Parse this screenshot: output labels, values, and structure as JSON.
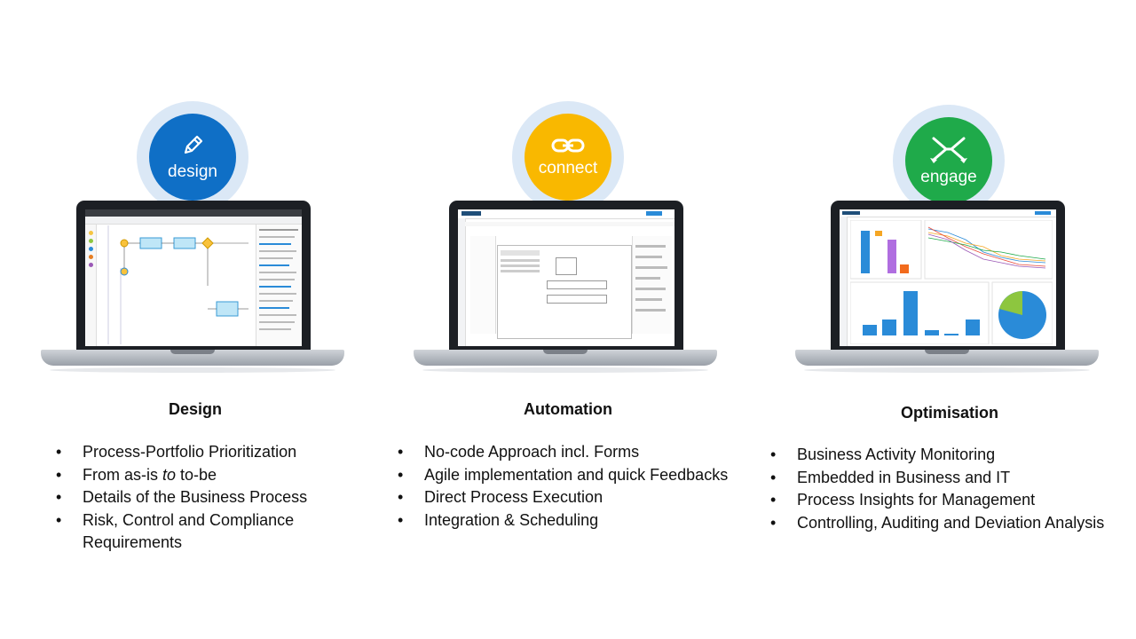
{
  "sections": [
    {
      "badge_label": "design",
      "badge_color": "#0f6fc6",
      "badge_icon": "pencil-icon",
      "heading": "Design",
      "bullets": [
        {
          "pre": "Process-Portfolio Prioritization",
          "em": "",
          "post": ""
        },
        {
          "pre": "From as-is ",
          "em": "to",
          "post": " to-be"
        },
        {
          "pre": "Details of the Business Process",
          "em": "",
          "post": ""
        },
        {
          "pre": "Risk, Control and Compliance Requirements",
          "em": "",
          "post": ""
        }
      ]
    },
    {
      "badge_label": "connect",
      "badge_color": "#f9b800",
      "badge_icon": "chain-link-icon",
      "heading": "Automation",
      "bullets": [
        {
          "pre": "No-code Approach incl. Forms",
          "em": "",
          "post": ""
        },
        {
          "pre": "Agile implementation and quick Feedbacks",
          "em": "",
          "post": ""
        },
        {
          "pre": "Direct Process Execution",
          "em": "",
          "post": ""
        },
        {
          "pre": "Integration & Scheduling",
          "em": "",
          "post": ""
        }
      ]
    },
    {
      "badge_label": "engage",
      "badge_color": "#1faa4a",
      "badge_icon": "merge-arrows-icon",
      "heading": "Optimisation",
      "bullets": [
        {
          "pre": "Business Activity Monitoring",
          "em": "",
          "post": ""
        },
        {
          "pre": "Embedded in Business and IT",
          "em": "",
          "post": ""
        },
        {
          "pre": "Process Insights for Management",
          "em": "",
          "post": ""
        },
        {
          "pre": "Controlling, Auditing and Deviation Analysis",
          "em": "",
          "post": ""
        }
      ]
    }
  ]
}
